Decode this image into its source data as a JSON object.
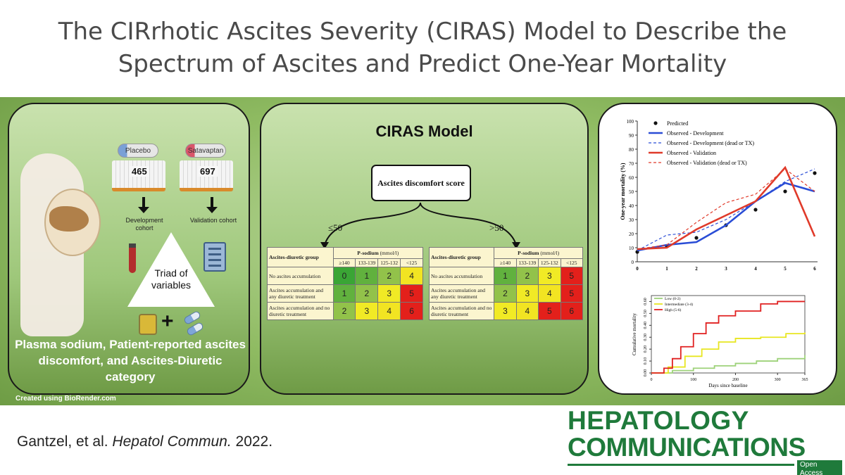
{
  "header": {
    "title_line1": "The CIRrhotic Ascites Severity (CIRAS) Model to Describe the",
    "title_line2": "Spectrum of Ascites and Predict One-Year Mortality"
  },
  "panel1": {
    "placebo_label": "Placebo",
    "satavaptan_label": "Satavaptan",
    "placebo_n": "465",
    "satavaptan_n": "697",
    "development_label": "Development cohort",
    "validation_label": "Validation cohort",
    "triad_label": "Triad of variables",
    "caption": "Plasma sodium, Patient-reported ascites discomfort, and Ascites-Diuretic category",
    "credit": "Created using BioRender.com"
  },
  "panel2": {
    "title": "CIRAS Model",
    "root_label": "Ascites discomfort score",
    "left_branch": "≤50",
    "right_branch": ">50",
    "table_header_group": "Ascites-diuretic group",
    "table_header_sodium": "P-sodium",
    "table_header_unit": "(mmol/l)",
    "columns": [
      "≥140",
      "133-139",
      "125-132",
      "<125"
    ],
    "rows": [
      "No ascites accumulation",
      "Ascites accumulation and any diuretic treatment",
      "Ascites accumulation and no diuretic treatment"
    ],
    "left_scores": [
      [
        0,
        1,
        2,
        4
      ],
      [
        1,
        2,
        3,
        5
      ],
      [
        2,
        3,
        4,
        6
      ]
    ],
    "right_scores": [
      [
        1,
        2,
        3,
        5
      ],
      [
        2,
        3,
        4,
        5
      ],
      [
        3,
        4,
        5,
        6
      ]
    ],
    "score_colors": {
      "0": "#3aa535",
      "1": "#61b13e",
      "2": "#92c24a",
      "3": "#f1ea25",
      "4": "#f2e422",
      "5": "#e3201b",
      "6": "#e3201b"
    }
  },
  "chart_data": [
    {
      "type": "line",
      "x": [
        0,
        1,
        2,
        3,
        4,
        5,
        6
      ],
      "xlim": [
        0,
        6
      ],
      "ylim": [
        0,
        100
      ],
      "ylabel": "One-year mortality (%)",
      "yticks": [
        0,
        10,
        20,
        30,
        40,
        50,
        60,
        70,
        80,
        90,
        100
      ],
      "series": [
        {
          "name": "Predicted",
          "style": "points",
          "color": "#111111",
          "values": [
            7,
            11,
            17,
            26,
            37,
            50,
            63
          ]
        },
        {
          "name": "Observed - Development",
          "style": "solid",
          "color": "#2a4dd6",
          "values": [
            8,
            12,
            14,
            26,
            43,
            56,
            50
          ]
        },
        {
          "name": "Observed - Development (dead or TX)",
          "style": "dashed",
          "color": "#2a4dd6",
          "values": [
            8,
            19,
            21,
            30,
            43,
            57,
            66
          ]
        },
        {
          "name": "Observed - Validation",
          "style": "solid",
          "color": "#e03a2a",
          "values": [
            9,
            10,
            23,
            33,
            43,
            67,
            18
          ]
        },
        {
          "name": "Observed - Validation (dead or TX)",
          "style": "dashed",
          "color": "#e03a2a",
          "values": [
            9,
            12,
            28,
            42,
            48,
            66,
            50
          ]
        }
      ],
      "legend": "top-left"
    },
    {
      "type": "line",
      "xlabel": "Days since baseline",
      "ylabel": "Cumulative mortality",
      "xticks": [
        0,
        100,
        200,
        300,
        365
      ],
      "yticks": [
        "0.00",
        "0.10",
        "0.20",
        "0.30",
        "0.40",
        "0.50",
        "0.60"
      ],
      "xlim": [
        0,
        365
      ],
      "ylim": [
        0,
        0.65
      ],
      "series": [
        {
          "name": "Low (0-2)",
          "color": "#9ed27a",
          "x": [
            0,
            50,
            100,
            150,
            200,
            250,
            300,
            365
          ],
          "values": [
            0.0,
            0.02,
            0.04,
            0.06,
            0.08,
            0.1,
            0.12,
            0.15
          ]
        },
        {
          "name": "Intermediate (3-4)",
          "color": "#e8e621",
          "x": [
            0,
            40,
            80,
            120,
            160,
            200,
            260,
            320,
            365
          ],
          "values": [
            0.0,
            0.05,
            0.14,
            0.2,
            0.26,
            0.29,
            0.3,
            0.33,
            0.34
          ]
        },
        {
          "name": "High (5-6)",
          "color": "#e02020",
          "x": [
            0,
            30,
            50,
            70,
            100,
            130,
            160,
            200,
            260,
            300,
            365
          ],
          "values": [
            0.0,
            0.04,
            0.12,
            0.22,
            0.33,
            0.42,
            0.48,
            0.52,
            0.58,
            0.6,
            0.6
          ]
        }
      ],
      "legend": "top-left"
    }
  ],
  "footer": {
    "citation_authors": "Gantzel, et al.",
    "citation_journal": "Hepatol Commun.",
    "citation_year": "2022.",
    "journal_line1": "HEPATOLOGY",
    "journal_line2": "COMMUNICATIONS",
    "open_access": "Open Access",
    "brand_color": "#1f7a3b"
  }
}
